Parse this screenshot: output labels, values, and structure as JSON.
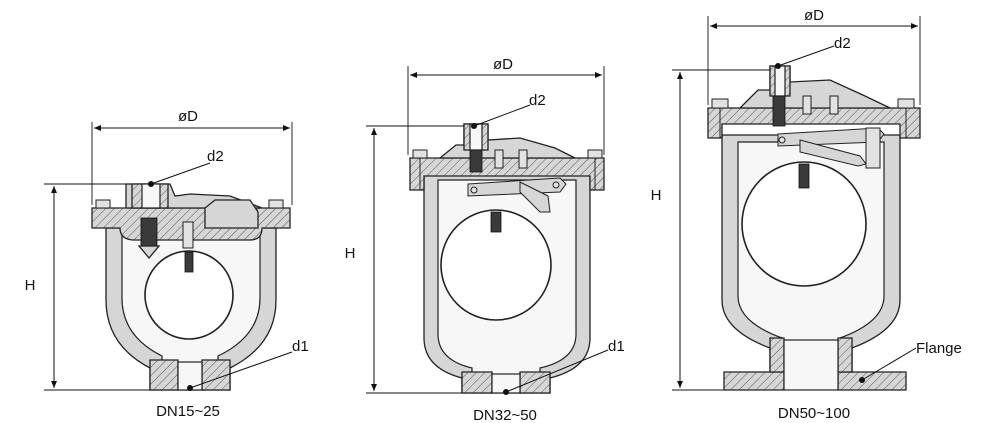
{
  "valves": [
    {
      "id": "small",
      "caption": "DN15~25",
      "labels": {
        "diameter": "øD",
        "height": "H",
        "outlet": "d2",
        "inlet": "d1"
      }
    },
    {
      "id": "medium",
      "caption": "DN32~50",
      "labels": {
        "diameter": "øD",
        "height": "H",
        "outlet": "d2",
        "inlet": "d1"
      }
    },
    {
      "id": "large",
      "caption": "DN50~100",
      "labels": {
        "diameter": "øD",
        "height": "H",
        "outlet": "d2",
        "flange": "Flange"
      }
    }
  ]
}
